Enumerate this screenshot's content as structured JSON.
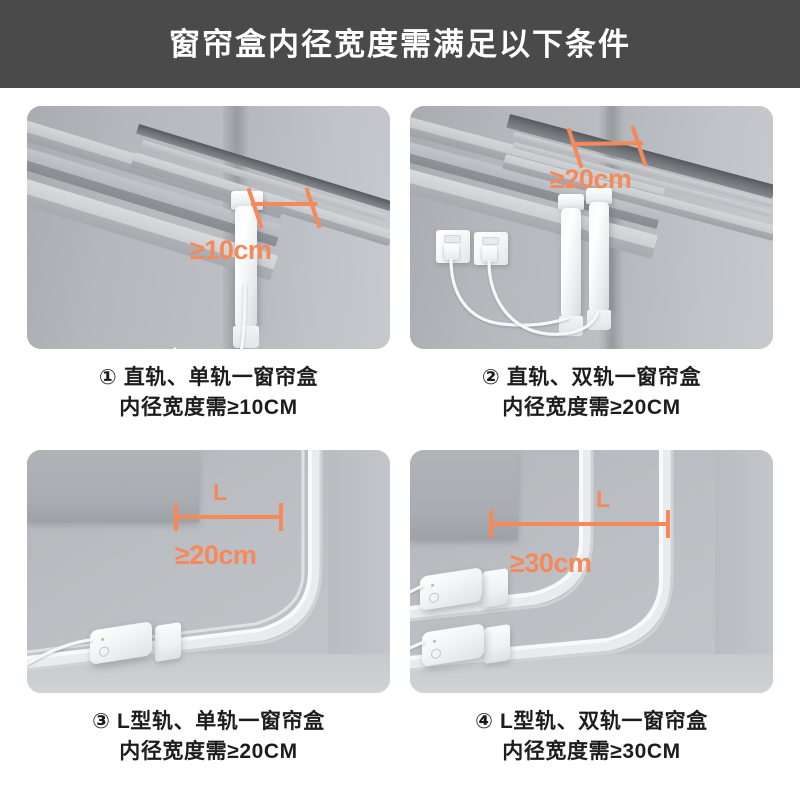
{
  "header": {
    "title": "窗帘盒内径宽度需满足以下条件",
    "background_color": "#4a4a4a",
    "text_color": "#ffffff"
  },
  "theme": {
    "accent_color": "#f5895a",
    "panel_background": "#b9bcc0",
    "page_background": "#ffffff",
    "caption_color": "#1d1d1d"
  },
  "cases": [
    {
      "index": "①",
      "caption_line1": "① 直轨、单轨一窗帘盒",
      "caption_line2": "内径宽度需≥10CM",
      "dimension_label": "≥10cm",
      "span_letter": "",
      "track_type": "straight",
      "rail_count": 1,
      "outlet_count": 1,
      "min_width_cm": 10,
      "view": "corner-perspective"
    },
    {
      "index": "②",
      "caption_line1": "② 直轨、双轨一窗帘盒",
      "caption_line2": "内径宽度需≥20CM",
      "dimension_label": "≥20cm",
      "span_letter": "",
      "track_type": "straight",
      "rail_count": 2,
      "outlet_count": 2,
      "min_width_cm": 20,
      "view": "corner-perspective"
    },
    {
      "index": "③",
      "caption_line1": "③ L型轨、单轨一窗帘盒",
      "caption_line2": "内径宽度需≥20CM",
      "dimension_label": "≥20cm",
      "span_letter": "L",
      "track_type": "L-shaped",
      "rail_count": 1,
      "outlet_count": 1,
      "min_width_cm": 20,
      "view": "top-corner"
    },
    {
      "index": "④",
      "caption_line1": "④ L型轨、双轨一窗帘盒",
      "caption_line2": "内径宽度需≥30CM",
      "dimension_label": "≥30cm",
      "span_letter": "L",
      "track_type": "L-shaped",
      "rail_count": 2,
      "outlet_count": 2,
      "min_width_cm": 30,
      "view": "top-corner"
    }
  ]
}
